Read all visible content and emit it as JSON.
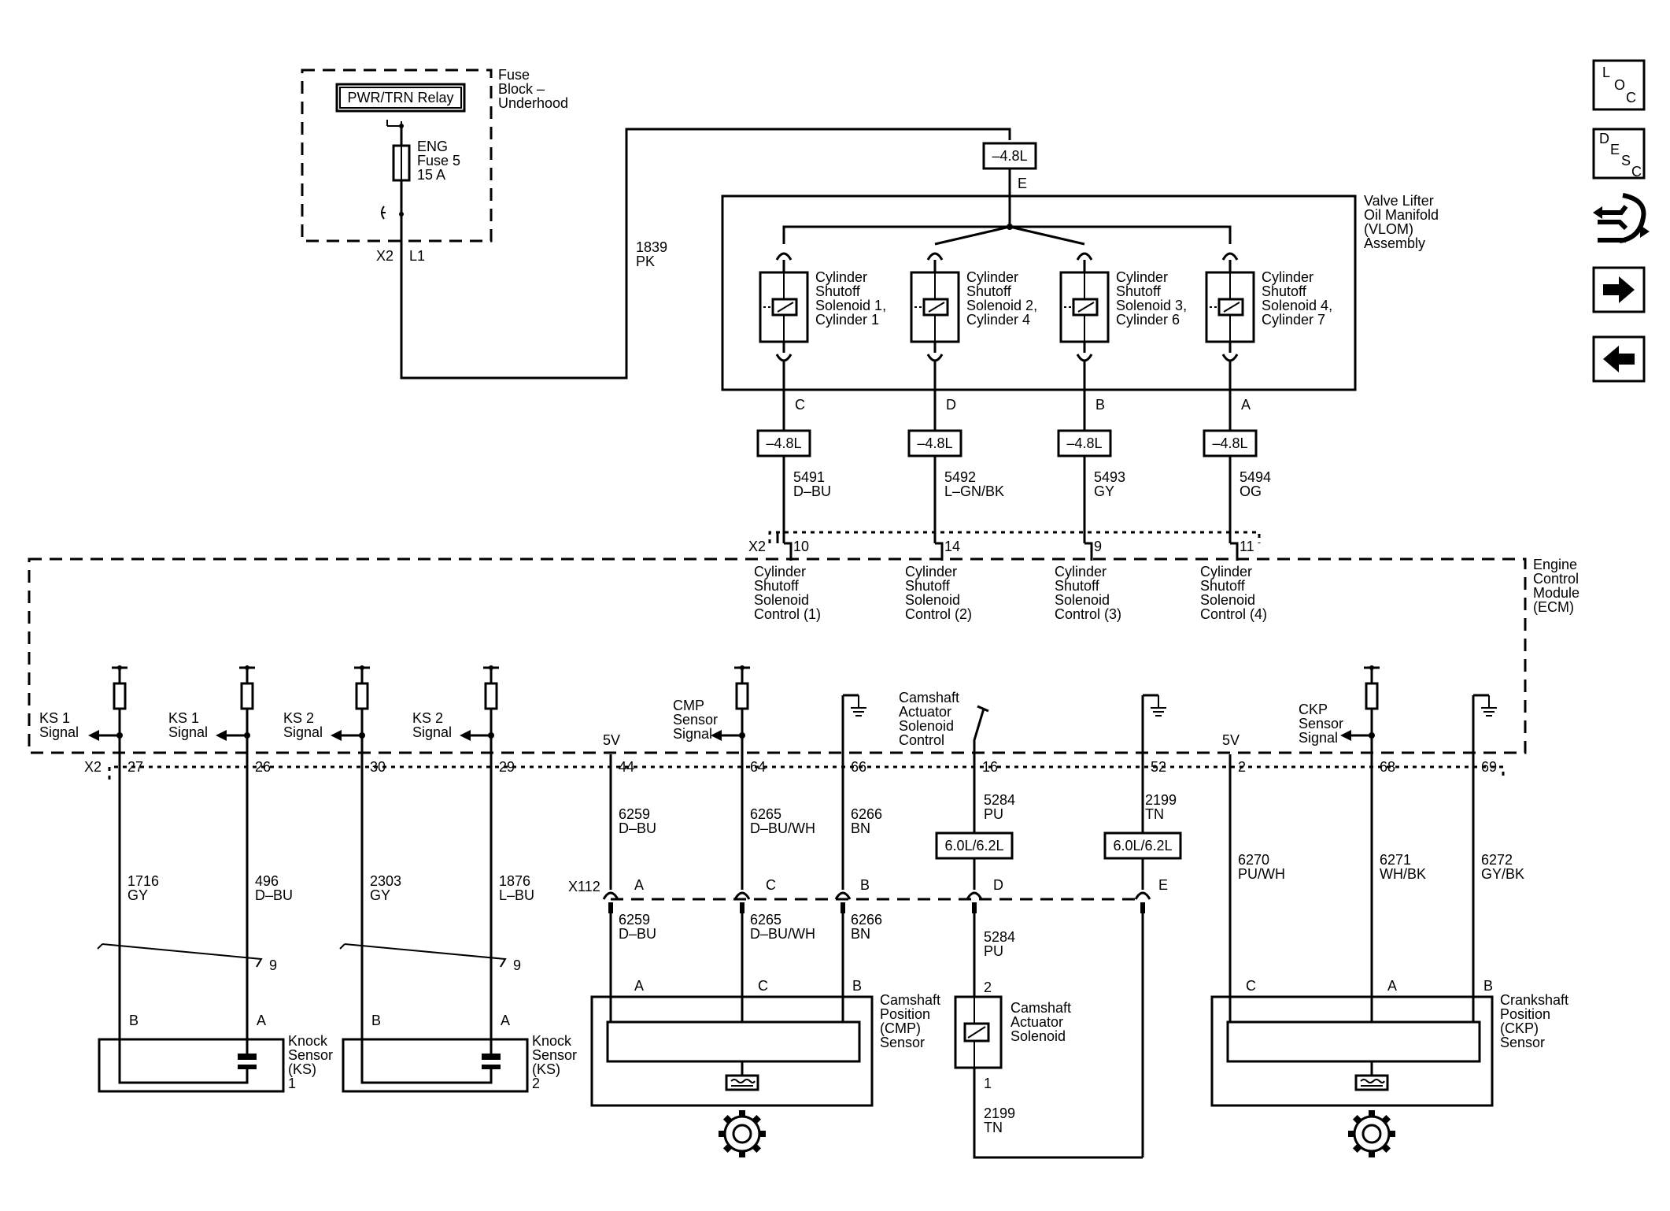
{
  "fuse_block": {
    "relay": "PWR/TRN Relay",
    "title": [
      "Fuse",
      "Block –",
      "Underhood"
    ],
    "fuse": [
      "ENG",
      "Fuse 5",
      "15 A"
    ],
    "pin_left": "X2",
    "pin_right": "L1"
  },
  "feed_wire": [
    "1839",
    "PK"
  ],
  "vlom": {
    "title": [
      "Valve Lifter",
      "Oil Manifold",
      "(VLOM)",
      "Assembly"
    ],
    "top_option": "–4.8L",
    "top_pin": "E",
    "solenoids": [
      {
        "label": [
          "Cylinder",
          "Shutoff",
          "Solenoid 1,",
          "Cylinder 1"
        ],
        "pin": "C",
        "option": "–4.8L",
        "wire": [
          "5491",
          "D–BU"
        ],
        "ecm_pin": "10",
        "ecm_label": [
          "Cylinder",
          "Shutoff",
          "Solenoid",
          "Control (1)"
        ]
      },
      {
        "label": [
          "Cylinder",
          "Shutoff",
          "Solenoid 2,",
          "Cylinder 4"
        ],
        "pin": "D",
        "option": "–4.8L",
        "wire": [
          "5492",
          "L–GN/BK"
        ],
        "ecm_pin": "14",
        "ecm_label": [
          "Cylinder",
          "Shutoff",
          "Solenoid",
          "Control (2)"
        ]
      },
      {
        "label": [
          "Cylinder",
          "Shutoff",
          "Solenoid 3,",
          "Cylinder 6"
        ],
        "pin": "B",
        "option": "–4.8L",
        "wire": [
          "5493",
          "GY"
        ],
        "ecm_pin": "9",
        "ecm_label": [
          "Cylinder",
          "Shutoff",
          "Solenoid",
          "Control (3)"
        ]
      },
      {
        "label": [
          "Cylinder",
          "Shutoff",
          "Solenoid 4,",
          "Cylinder 7"
        ],
        "pin": "A",
        "option": "–4.8L",
        "wire": [
          "5494",
          "OG"
        ],
        "ecm_pin": "11",
        "ecm_label": [
          "Cylinder",
          "Shutoff",
          "Solenoid",
          "Control (4)"
        ]
      }
    ]
  },
  "ecm": {
    "title": [
      "Engine",
      "Control",
      "Module",
      "(ECM)"
    ],
    "connector_top": "X2",
    "connector_bottom": "X2",
    "five_volt": "5V",
    "signals": {
      "ks1_a": [
        "KS 1",
        "Signal"
      ],
      "ks1_b": [
        "KS 1",
        "Signal"
      ],
      "ks2_a": [
        "KS 2",
        "Signal"
      ],
      "ks2_b": [
        "KS 2",
        "Signal"
      ],
      "cmp": [
        "CMP",
        "Sensor",
        "Signal"
      ],
      "cam_actuator": [
        "Camshaft",
        "Actuator",
        "Solenoid",
        "Control"
      ],
      "ckp": [
        "CKP",
        "Sensor",
        "Signal"
      ]
    },
    "pins": [
      "27",
      "26",
      "30",
      "29",
      "44",
      "64",
      "66",
      "16",
      "52",
      "2",
      "68",
      "69"
    ]
  },
  "wires_upper": [
    [
      "1716",
      "GY"
    ],
    [
      "496",
      "D–BU"
    ],
    [
      "2303",
      "GY"
    ],
    [
      "1876",
      "L–BU"
    ],
    [
      "6259",
      "D–BU"
    ],
    [
      "6265",
      "D–BU/WH"
    ],
    [
      "6266",
      "BN"
    ],
    [
      "5284",
      "PU"
    ],
    [
      "2199",
      "TN"
    ],
    [
      "6270",
      "PU/WH"
    ],
    [
      "6271",
      "WH/BK"
    ],
    [
      "6272",
      "GY/BK"
    ]
  ],
  "wires_lower": [
    [
      "6259",
      "D–BU"
    ],
    [
      "6265",
      "D–BU/WH"
    ],
    [
      "6266",
      "BN"
    ],
    [
      "5284",
      "PU"
    ],
    [
      "2199",
      "TN"
    ]
  ],
  "options": {
    "cam_a": "6.0L/6.2L",
    "cam_b": "6.0L/6.2L"
  },
  "x112": {
    "name": "X112",
    "pins": [
      "A",
      "C",
      "B",
      "D",
      "E"
    ]
  },
  "knock_sensors": [
    {
      "name": [
        "Knock",
        "Sensor",
        "(KS)",
        "1"
      ],
      "pin_b": "B",
      "pin_a": "A",
      "twist": "9"
    },
    {
      "name": [
        "Knock",
        "Sensor",
        "(KS)",
        "2"
      ],
      "pin_b": "B",
      "pin_a": "A",
      "twist": "9"
    }
  ],
  "cmp_sensor": {
    "name": [
      "Camshaft",
      "Position",
      "(CMP)",
      "Sensor"
    ],
    "pins": [
      "A",
      "C",
      "B"
    ]
  },
  "cam_solenoid": {
    "name": [
      "Camshaft",
      "Actuator",
      "Solenoid"
    ],
    "pin_top": "2",
    "pin_bottom": "1"
  },
  "ckp_sensor": {
    "name": [
      "Crankshaft",
      "Position",
      "(CKP)",
      "Sensor"
    ],
    "pins": [
      "C",
      "A",
      "B"
    ]
  },
  "nav": {
    "loc": [
      "L",
      "O",
      "C"
    ],
    "desc": [
      "D",
      "E",
      "S",
      "C"
    ],
    "icons": [
      "connector-view-icon",
      "arrow-right-icon",
      "arrow-left-icon"
    ]
  }
}
